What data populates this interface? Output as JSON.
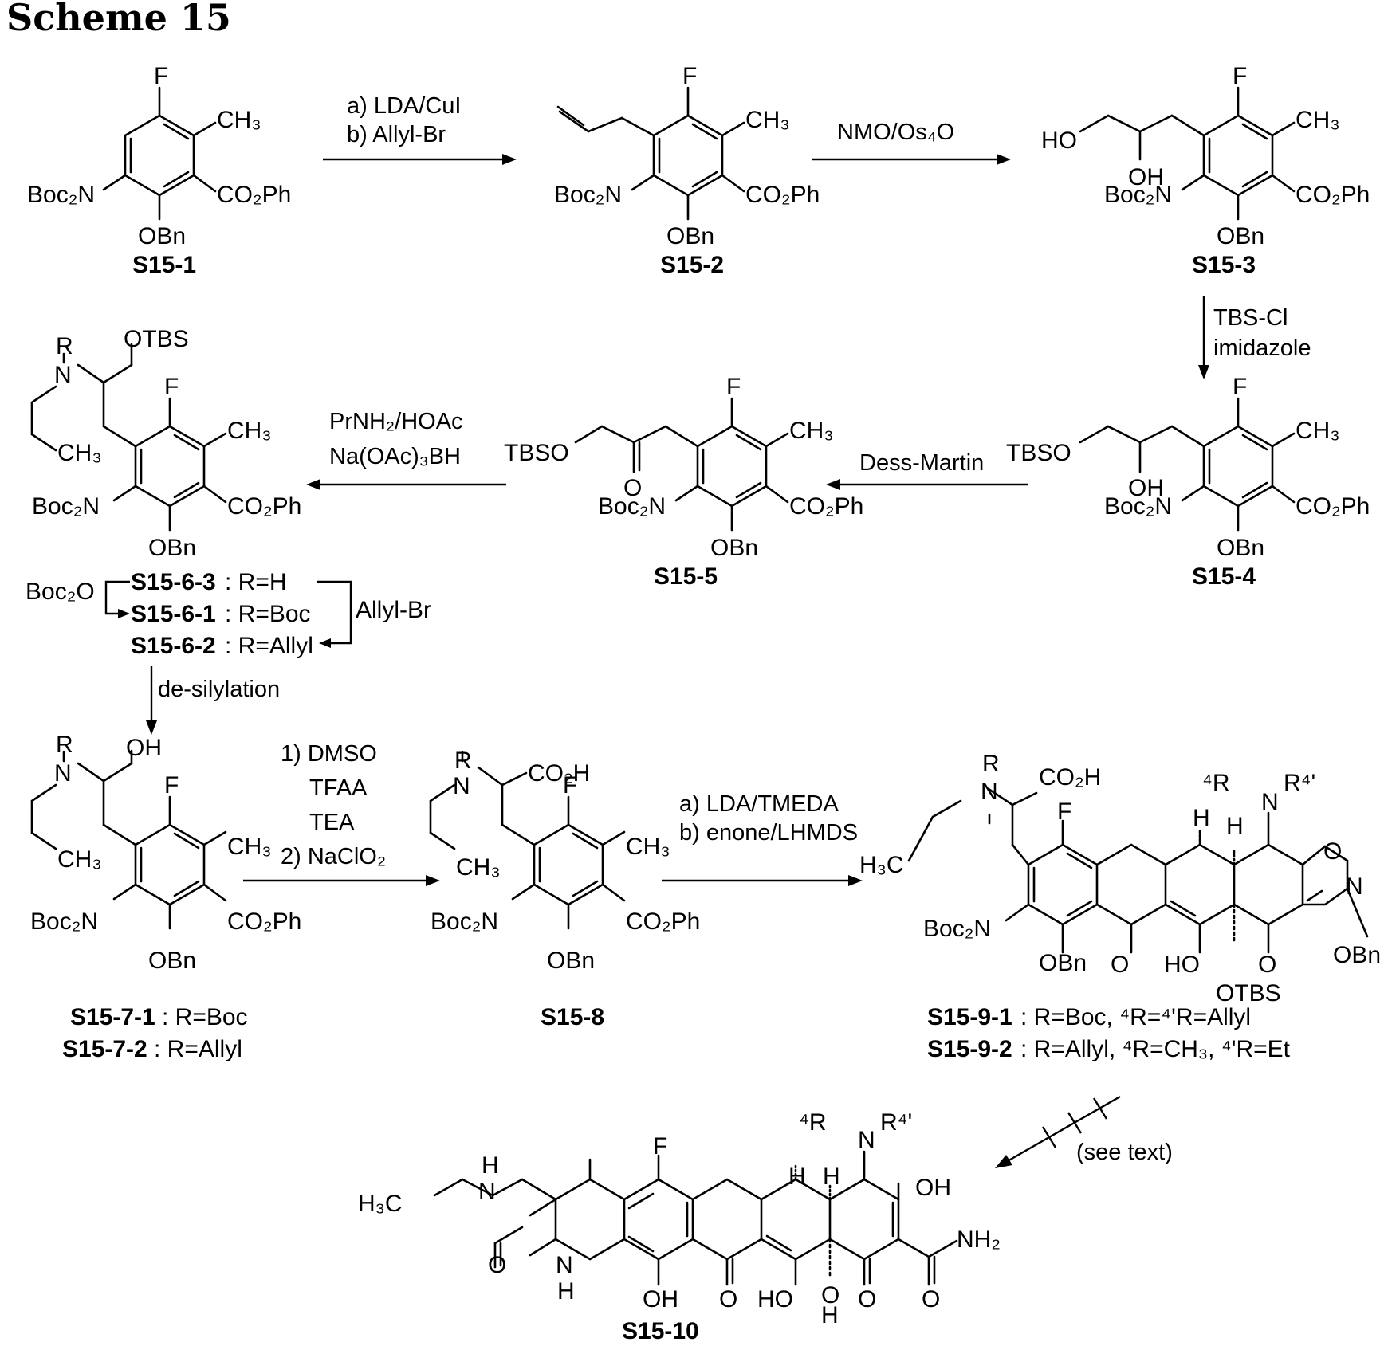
{
  "title": "Scheme 15",
  "compounds": {
    "s15_1": {
      "id": "S15-1"
    },
    "s15_2": {
      "id": "S15-2"
    },
    "s15_3": {
      "id": "S15-3"
    },
    "s15_4": {
      "id": "S15-4"
    },
    "s15_5": {
      "id": "S15-5"
    },
    "s15_6": [
      {
        "id": "S15-6-3",
        "suffix": ": R=H"
      },
      {
        "id": "S15-6-1",
        "suffix": ": R=Boc"
      },
      {
        "id": "S15-6-2",
        "suffix": ": R=Allyl"
      }
    ],
    "s15_7": [
      {
        "id": "S15-7-1",
        "suffix": ": R=Boc"
      },
      {
        "id": "S15-7-2",
        "suffix": ": R=Allyl"
      }
    ],
    "s15_8": {
      "id": "S15-8"
    },
    "s15_9": [
      {
        "id": "S15-9-1",
        "suffix": ": R=Boc, ⁴R=⁴'R=Allyl"
      },
      {
        "id": "S15-9-2",
        "suffix": ": R=Allyl, ⁴R=CH₃, ⁴'R=Et"
      }
    ],
    "s15_10": {
      "id": "S15-10"
    }
  },
  "conditions": {
    "step1": [
      "a) LDA/CuI",
      "b) Allyl-Br"
    ],
    "step2": [
      "NMO/Os₄O"
    ],
    "step3": [
      "TBS-Cl",
      "imidazole"
    ],
    "step4": [
      "Dess-Martin"
    ],
    "step5": [
      "PrNH₂/HOAc",
      "Na(OAc)₃BH"
    ],
    "step6a": "Boc₂O",
    "step6b": "Allyl-Br",
    "step7": [
      "de-silylation"
    ],
    "step8": [
      "1) DMSO",
      "TFAA",
      "TEA",
      "2) NaClO₂"
    ],
    "step9": [
      "a) LDA/TMEDA",
      "b) enone/LHMDS"
    ],
    "step10": [
      "(see text)"
    ]
  },
  "labels": {
    "F": "F",
    "CH3": "CH₃",
    "H3C": "H₃C",
    "Boc2N": "Boc₂N",
    "CO2Ph": "CO₂Ph",
    "CO2H": "CO₂H",
    "OBn": "OBn",
    "HO": "HO",
    "OH": "OH",
    "OTBS": "OTBS",
    "TBSO": "TBSO",
    "O": "O",
    "N": "N",
    "R": "R",
    "H": "H",
    "NH2": "NH₂",
    "R4": "⁴R",
    "R4p": "R⁴'"
  }
}
